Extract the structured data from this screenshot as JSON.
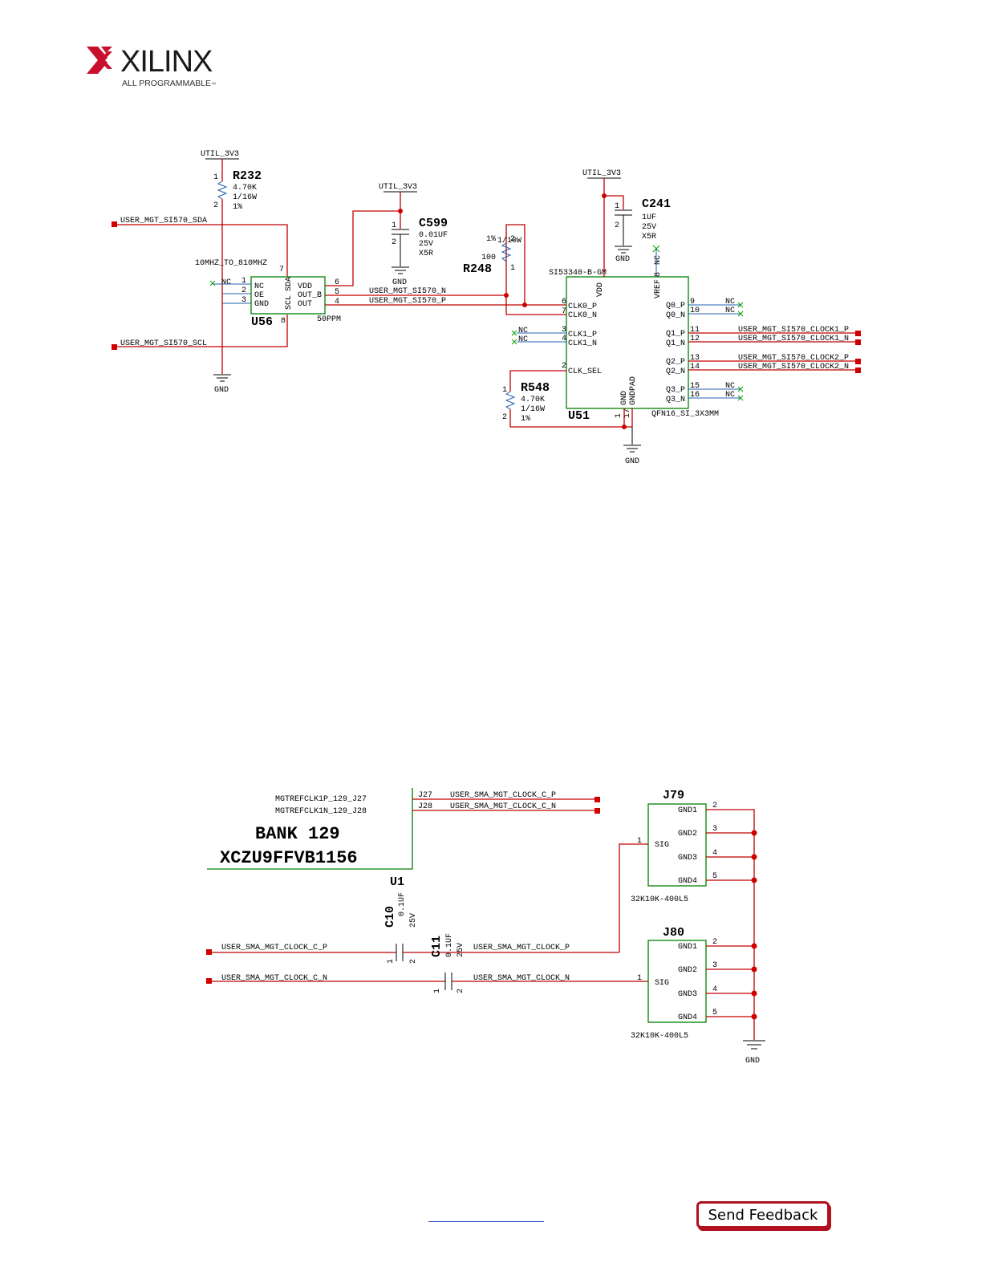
{
  "header": {
    "brand": "XILINX",
    "tagline": "ALL PROGRAMMABLE",
    "tagline_mark": "™"
  },
  "colors": {
    "wire": "#c00000",
    "component": "#008000",
    "pin": "#2060b0",
    "brand": "#b01020"
  },
  "schematic1": {
    "util1": "UTIL_3V3",
    "util2": "UTIL_3V3",
    "util3": "UTIL_3V3",
    "r232": {
      "ref": "R232",
      "val": "4.70K",
      "pwr": "1/16W",
      "tol": "1%",
      "p1": "1",
      "p2": "2"
    },
    "c599": {
      "ref": "C599",
      "val": "0.01UF",
      "volt": "25V",
      "diel": "X5R",
      "p1": "1",
      "p2": "2"
    },
    "c241": {
      "ref": "C241",
      "val": "1UF",
      "volt": "25V",
      "diel": "X5R",
      "p1": "1",
      "p2": "2"
    },
    "r248": {
      "ref": "R248",
      "val": "100",
      "pwr": "1/10W",
      "tol": "1%",
      "p1": "1",
      "p2": "2"
    },
    "r548": {
      "ref": "R548",
      "val": "4.70K",
      "pwr": "1/16W",
      "tol": "1%",
      "p1": "1",
      "p2": "2"
    },
    "net_sda": "USER_MGT_SI570_SDA",
    "net_scl": "USER_MGT_SI570_SCL",
    "net_n": "USER_MGT_SI570_N",
    "net_p": "USER_MGT_SI570_P",
    "osc_freq": "10MHZ_TO_810MHZ",
    "u56": {
      "ref": "U56",
      "tol": "50PPM",
      "nc": "NC",
      "oe": "OE",
      "gnd": "GND",
      "vdd": "VDD",
      "outb": "OUT_B",
      "out": "OUT",
      "scl": "SCL",
      "sda": "SDA",
      "p1": "1",
      "p2": "2",
      "p3": "3",
      "p4": "4",
      "p5": "5",
      "p6": "6",
      "p7": "7",
      "p8": "8"
    },
    "u51": {
      "ref": "U51",
      "part": "SI53340-B-GM",
      "pkg": "QFN16_SI_3X3MM",
      "vdd": "VDD",
      "vref": "VREF",
      "gnd": "GND",
      "gndpad": "GNDPAD",
      "clk0p": "CLK0_P",
      "clk0n": "CLK0_N",
      "clk1p": "CLK1_P",
      "clk1n": "CLK1_N",
      "clksel": "CLK_SEL",
      "q0p": "Q0_P",
      "q0n": "Q0_N",
      "q1p": "Q1_P",
      "q1n": "Q1_N",
      "q2p": "Q2_P",
      "q2n": "Q2_N",
      "q3p": "Q3_P",
      "q3n": "Q3_N",
      "p1": "1",
      "p2": "2",
      "p3": "3",
      "p4": "4",
      "p6": "6",
      "p7": "7",
      "p8": "8",
      "p9": "9",
      "p10": "10",
      "p11": "11",
      "p12": "12",
      "p13": "13",
      "p14": "14",
      "p15": "15",
      "p16": "16",
      "p17": "17"
    },
    "nc": "NC",
    "out_c1p": "USER_MGT_SI570_CLOCK1_P",
    "out_c1n": "USER_MGT_SI570_CLOCK1_N",
    "out_c2p": "USER_MGT_SI570_CLOCK2_P",
    "out_c2n": "USER_MGT_SI570_CLOCK2_N",
    "gnd": "GND"
  },
  "schematic2": {
    "mgt_p": "MGTREFCLK1P_129_J27",
    "mgt_n": "MGTREFCLK1N_129_J28",
    "pin_j27": "J27",
    "pin_j28": "J28",
    "bank": "BANK 129",
    "device": "XCZU9FFVB1156",
    "u1": "U1",
    "net_cp": "USER_SMA_MGT_CLOCK_C_P",
    "net_cn": "USER_SMA_MGT_CLOCK_C_N",
    "net_p": "USER_SMA_MGT_CLOCK_P",
    "net_n": "USER_SMA_MGT_CLOCK_N",
    "c10": {
      "ref": "C10",
      "val": "0.1UF",
      "volt": "25V",
      "p1": "1",
      "p2": "2"
    },
    "c11": {
      "ref": "C11",
      "val": "0.1UF",
      "volt": "25V",
      "p1": "1",
      "p2": "2"
    },
    "j79": {
      "ref": "J79",
      "part": "32K10K-400L5",
      "sig": "SIG",
      "gnd1": "GND1",
      "gnd2": "GND2",
      "gnd3": "GND3",
      "gnd4": "GND4",
      "p1": "1",
      "p2": "2",
      "p3": "3",
      "p4": "4",
      "p5": "5"
    },
    "j80": {
      "ref": "J80",
      "part": "32K10K-400L5",
      "sig": "SIG",
      "gnd1": "GND1",
      "gnd2": "GND2",
      "gnd3": "GND3",
      "gnd4": "GND4",
      "p1": "1",
      "p2": "2",
      "p3": "3",
      "p4": "4",
      "p5": "5"
    },
    "gnd": "GND"
  },
  "footer": {
    "feedback_label": "Send Feedback"
  }
}
